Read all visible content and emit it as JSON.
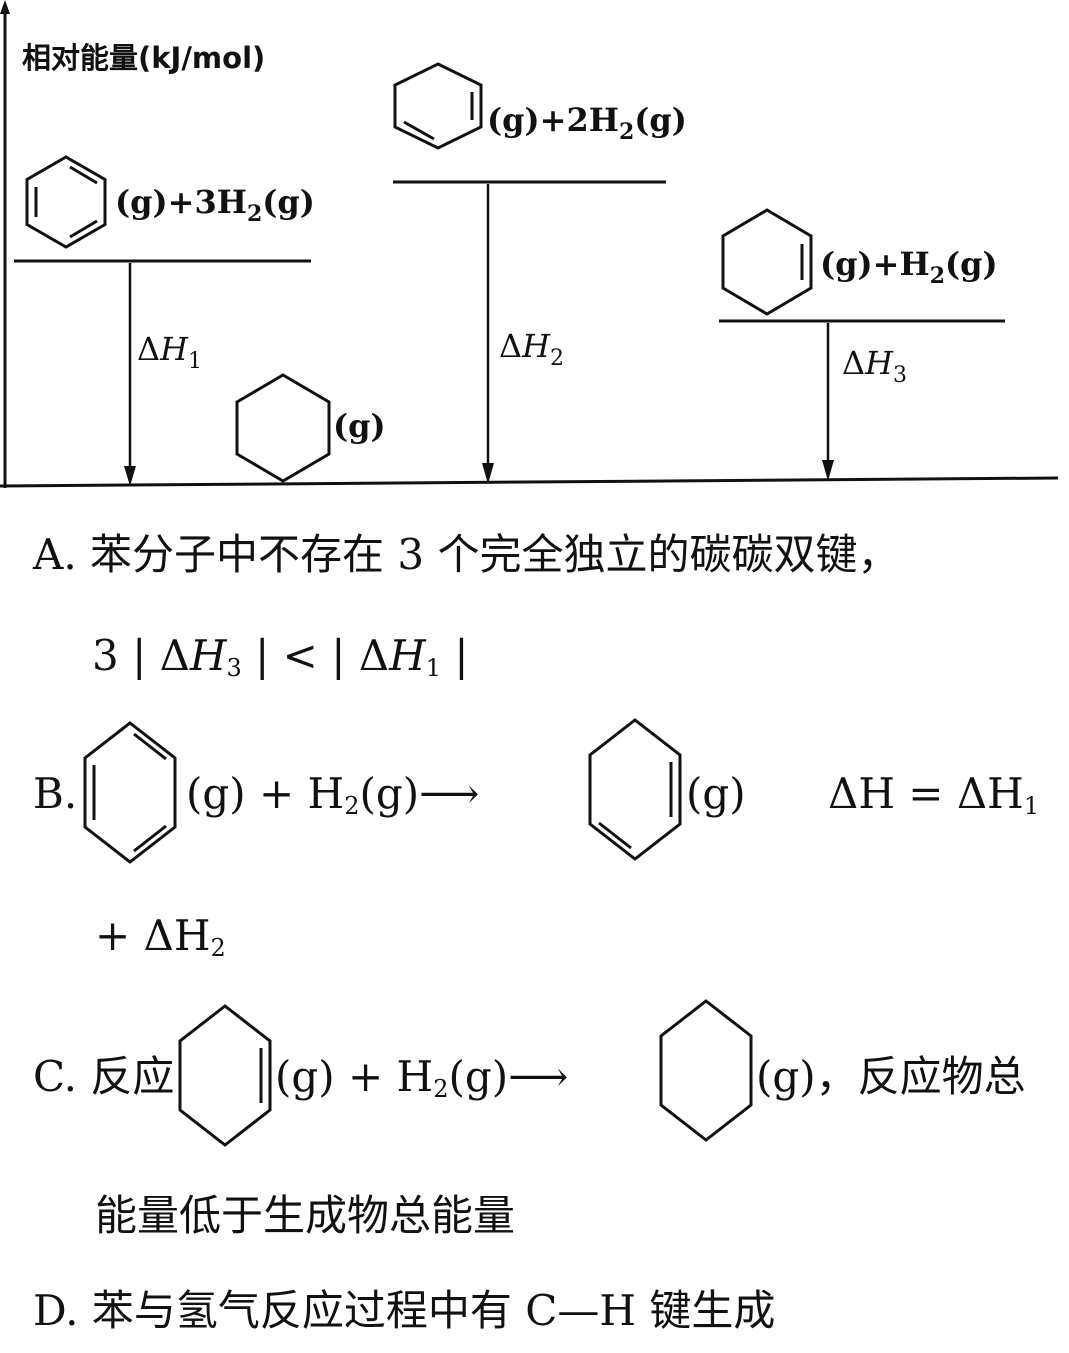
{
  "diagram": {
    "y_axis_label": "相对能量(kJ/mol)",
    "levels": [
      {
        "species_suffix": "(g)+3H",
        "sub": "2",
        "suffix2": "(g)",
        "molecule": "benzene-icon"
      },
      {
        "species_suffix": "(g)+2H",
        "sub": "2",
        "suffix2": "(g)",
        "molecule": "cyclohexadiene-icon"
      },
      {
        "species_suffix": "(g)+H",
        "sub": "2",
        "suffix2": "(g)",
        "molecule": "cyclohexene-icon"
      },
      {
        "species_suffix": "(g)",
        "molecule": "cyclohexane-icon"
      }
    ],
    "arrows": [
      {
        "delta": "Δ",
        "H": "H",
        "sub": "1"
      },
      {
        "delta": "Δ",
        "H": "H",
        "sub": "2"
      },
      {
        "delta": "Δ",
        "H": "H",
        "sub": "3"
      }
    ]
  },
  "options": {
    "A": {
      "line1": "A. 苯分子中不存在 3 个完全独立的碳碳双键，",
      "line2_prefix": "3 | Δ",
      "line2_h3": "H",
      "line2_sub3": "3",
      "line2_mid": " | < | Δ",
      "line2_h1": "H",
      "line2_sub1": "1",
      "line2_end": " |"
    },
    "B": {
      "label": "B.",
      "part1": "(g) + H",
      "part1_sub": "2",
      "part1_end": "(g)",
      "arrow": "⟶",
      "part2": "(g)",
      "eq": "ΔH = ΔH",
      "eq_sub": "1",
      "line2": "+ ΔH",
      "line2_sub": "2"
    },
    "C": {
      "label": "C. 反应",
      "part1": "(g) + H",
      "part1_sub": "2",
      "part1_end": "(g)",
      "arrow": "⟶",
      "part2": "(g)，反应物总",
      "line2": "能量低于生成物总能量"
    },
    "D": {
      "text": "D. 苯与氢气反应过程中有 C—H 键生成"
    }
  }
}
